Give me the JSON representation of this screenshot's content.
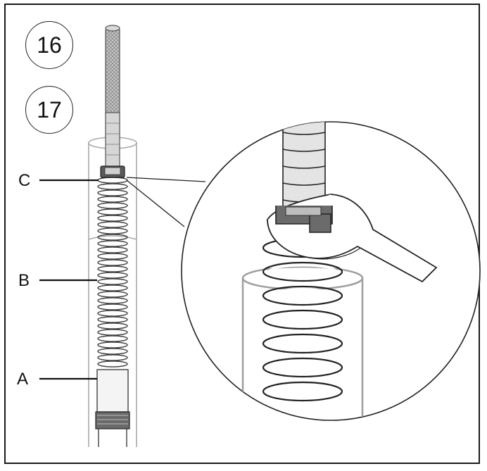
{
  "steps": [
    "16",
    "17"
  ],
  "callouts": {
    "c": "C",
    "b": "B",
    "a": "A"
  },
  "colors": {
    "line": "#1a1a1a",
    "tube": "#9a9a9a",
    "spring": "#444444",
    "nut": "#555555",
    "rod": "#bdbdbd"
  }
}
